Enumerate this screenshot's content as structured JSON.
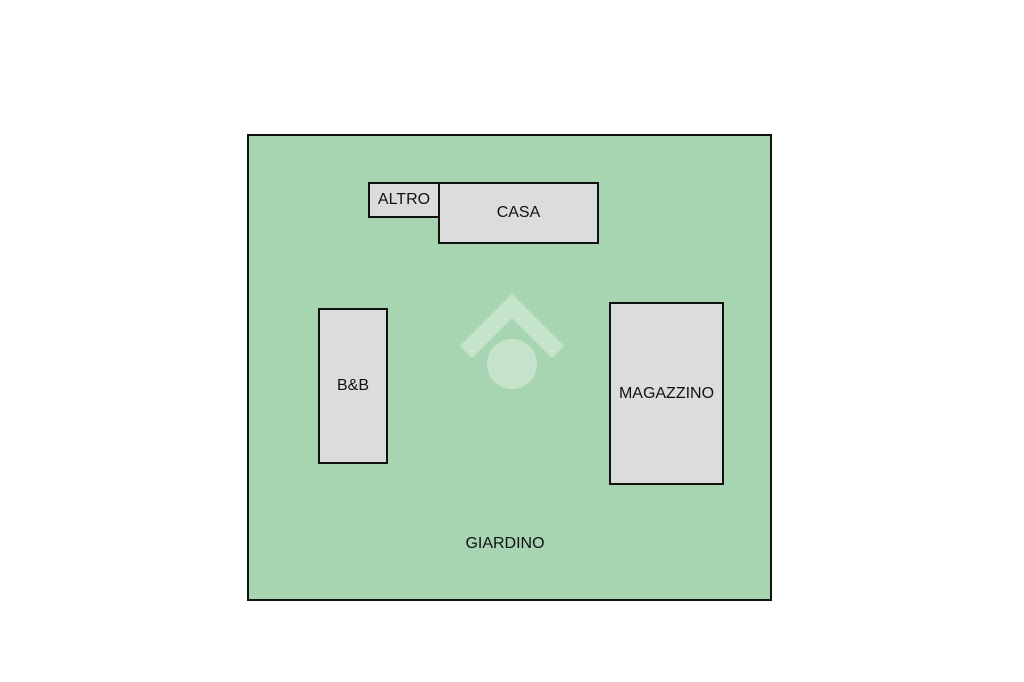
{
  "colors": {
    "garden_fill": "#a8d5b1",
    "room_fill": "#dcdcdc",
    "outline": "#111111",
    "watermark": "#ffffff"
  },
  "plan": {
    "garden_label": "GIARDINO",
    "rooms": {
      "altro": "ALTRO",
      "casa": "CASA",
      "bnb": "B&B",
      "magazzino": "MAGAZZINO"
    }
  },
  "watermark": {
    "icon": "house-logo-icon"
  }
}
